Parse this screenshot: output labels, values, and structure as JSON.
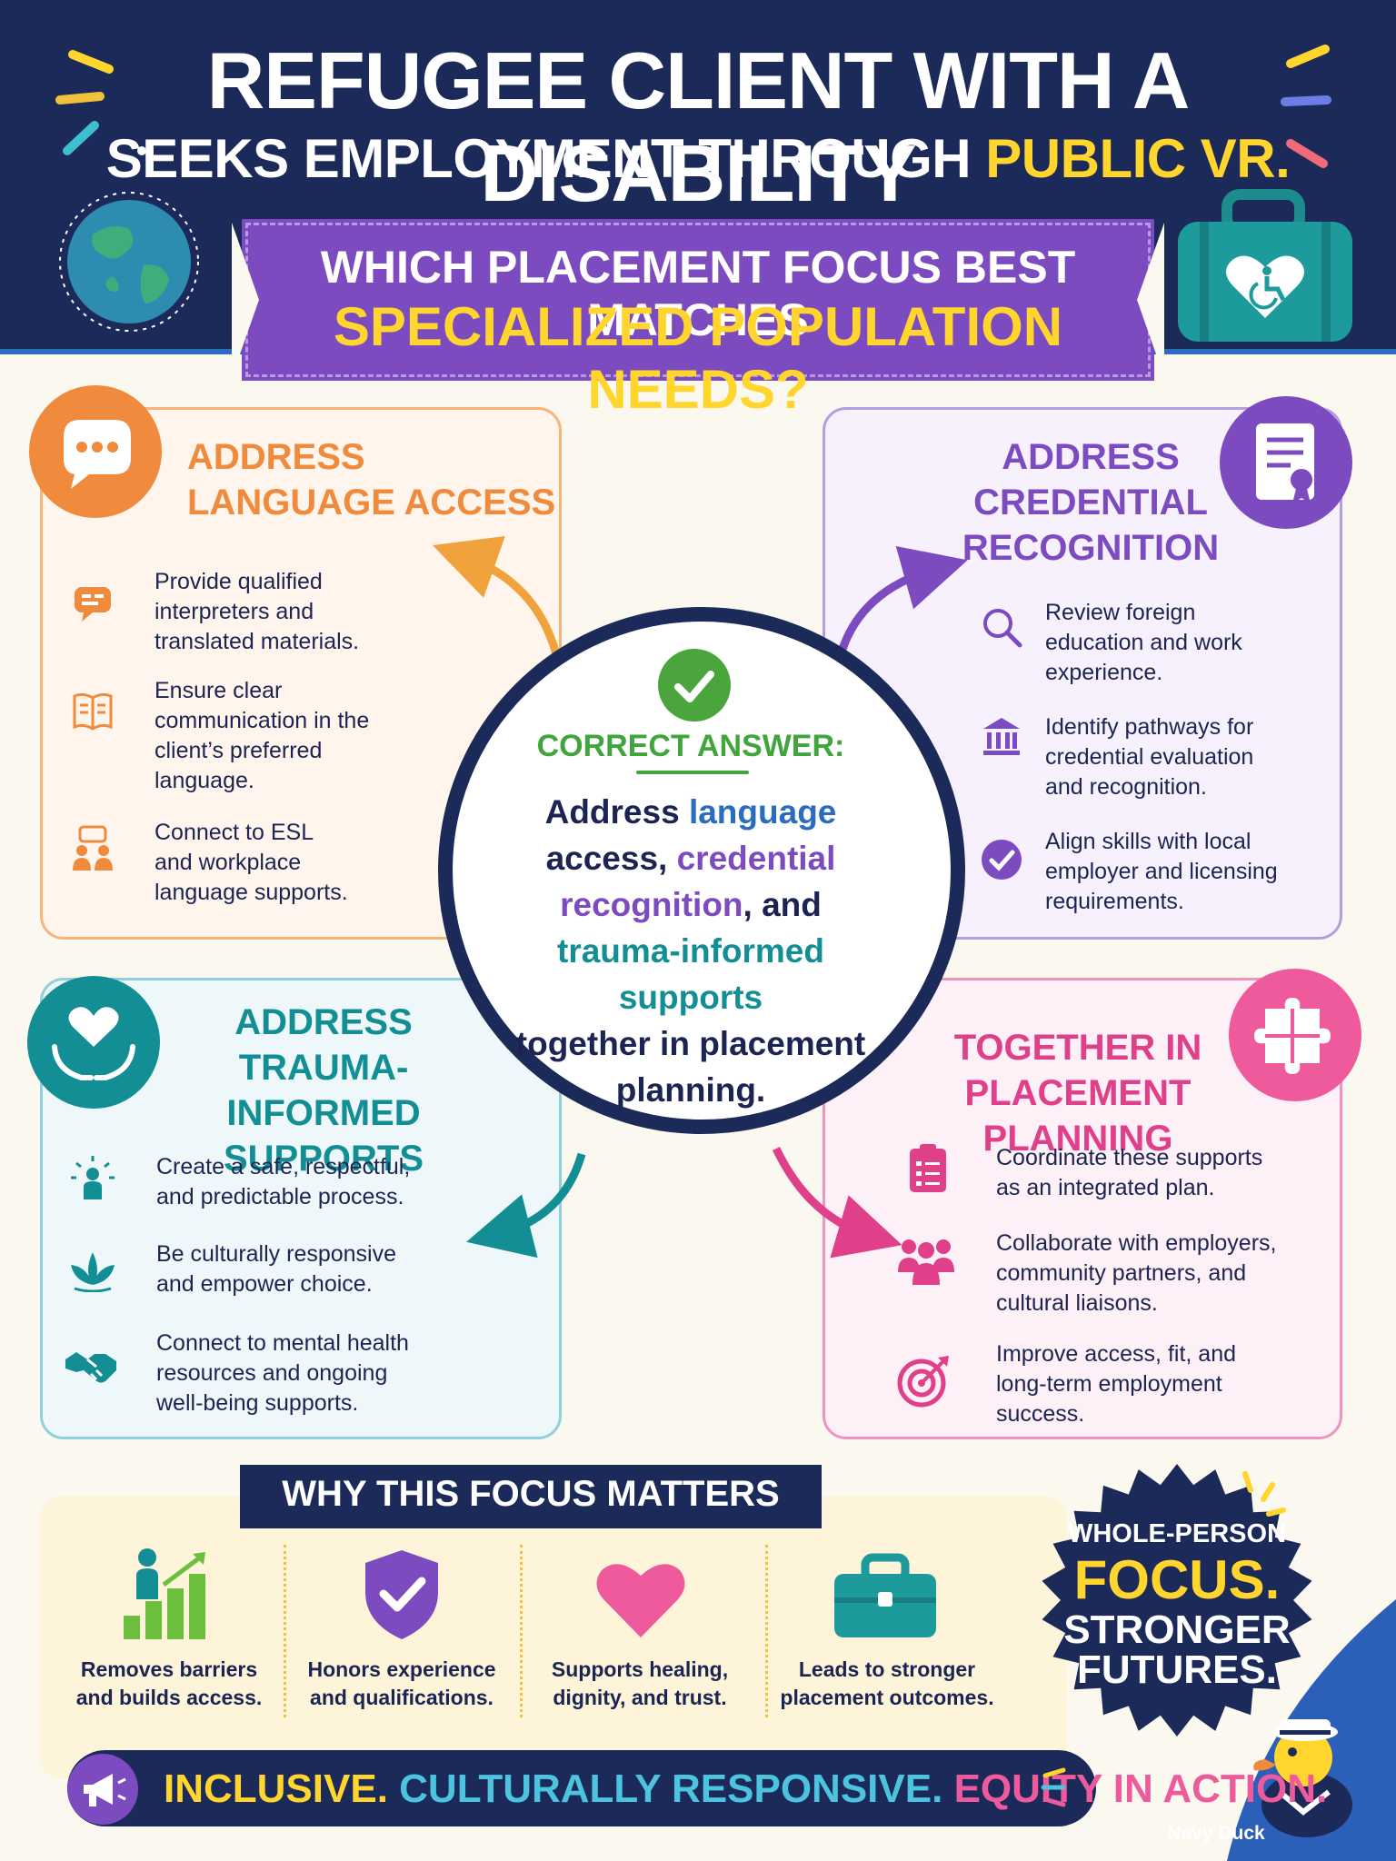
{
  "header": {
    "title_line1": "REFUGEE CLIENT WITH A DISABILITY",
    "title_line2_a": "SEEKS EMPLOYMENT THROUGH ",
    "title_line2_b": "PUBLIC VR.",
    "question_line1": "WHICH PLACEMENT FOCUS BEST MATCHES",
    "question_line2": "SPECIALIZED POPULATION NEEDS?"
  },
  "cards": {
    "language": {
      "title_l1": "ADDRESS",
      "title_l2": "LANGUAGE ACCESS",
      "color": "#f08a3c",
      "items": [
        {
          "icon": "speech-bubble-icon",
          "text_l1": "Provide qualified",
          "text_l2": "interpreters and",
          "text_l3": "translated materials."
        },
        {
          "icon": "book-icon",
          "text_l1": "Ensure clear",
          "text_l2": "communication in the",
          "text_l3": "client’s preferred",
          "text_l4": "language."
        },
        {
          "icon": "people-talking-icon",
          "text_l1": "Connect to ESL",
          "text_l2": "and workplace",
          "text_l3": "language supports."
        }
      ]
    },
    "credential": {
      "title_l1": "ADDRESS",
      "title_l2": "CREDENTIAL",
      "title_l3": "RECOGNITION",
      "color": "#7b4bbf",
      "items": [
        {
          "icon": "magnifier-icon",
          "text_l1": "Review foreign",
          "text_l2": "education and work",
          "text_l3": "experience."
        },
        {
          "icon": "institution-icon",
          "text_l1": "Identify pathways for",
          "text_l2": "credential evaluation",
          "text_l3": "and recognition."
        },
        {
          "icon": "check-badge-icon",
          "text_l1": "Align skills with local",
          "text_l2": "employer and licensing",
          "text_l3": "requirements."
        }
      ]
    },
    "trauma": {
      "title_l1": "ADDRESS",
      "title_l2": "TRAUMA-INFORMED",
      "title_l3": "SUPPORTS",
      "color": "#138e94",
      "items": [
        {
          "icon": "person-light-icon",
          "text_l1": "Create a safe, respectful,",
          "text_l2": "and predictable process."
        },
        {
          "icon": "lotus-icon",
          "text_l1": "Be culturally responsive",
          "text_l2": "and empower choice."
        },
        {
          "icon": "handshake-icon",
          "text_l1": "Connect to mental health",
          "text_l2": "resources and ongoing",
          "text_l3": "well-being supports."
        }
      ]
    },
    "together": {
      "title_l1": "TOGETHER IN",
      "title_l2": "PLACEMENT PLANNING",
      "color": "#e0408a",
      "items": [
        {
          "icon": "clipboard-icon",
          "text_l1": "Coordinate these supports",
          "text_l2": "as an integrated plan."
        },
        {
          "icon": "group-icon",
          "text_l1": "Collaborate with employers,",
          "text_l2": "community partners, and",
          "text_l3": "cultural liaisons."
        },
        {
          "icon": "target-icon",
          "text_l1": "Improve access, fit, and",
          "text_l2": "long-term employment",
          "text_l3": "success."
        }
      ]
    }
  },
  "center": {
    "label": "CORRECT ANSWER:",
    "a1": "Address ",
    "a2": "language",
    "a3": "access, ",
    "a4": "credential",
    "a5": "recognition",
    "a6": ", and",
    "a7": "trauma-informed",
    "a8": "supports",
    "a9": "together in placement",
    "a10": "planning."
  },
  "why": {
    "heading": "WHY THIS FOCUS MATTERS",
    "items": [
      {
        "icon": "growth-chart-icon",
        "l1": "Removes barriers",
        "l2": "and builds access."
      },
      {
        "icon": "shield-check-icon",
        "l1": "Honors experience",
        "l2": "and qualifications."
      },
      {
        "icon": "heart-icon",
        "l1": "Supports healing,",
        "l2": "dignity, and trust."
      },
      {
        "icon": "briefcase-icon",
        "l1": "Leads to stronger",
        "l2": "placement outcomes."
      }
    ]
  },
  "badge": {
    "l1": "WHOLE-PERSON",
    "l2": "FOCUS.",
    "l3": "STRONGER",
    "l4": "FUTURES."
  },
  "footer": {
    "w1": "INCLUSIVE. ",
    "w2": "CULTURALLY RESPONSIVE. ",
    "w3": "EQUITY IN ACTION.",
    "duck_label": "Navy Duck"
  },
  "colors": {
    "navy": "#1c2a5a",
    "yellow": "#ffd52e",
    "purple": "#7b4bbf",
    "orange": "#f08a3c",
    "teal": "#138e94",
    "pink": "#e0408a",
    "green": "#3fa53c"
  }
}
